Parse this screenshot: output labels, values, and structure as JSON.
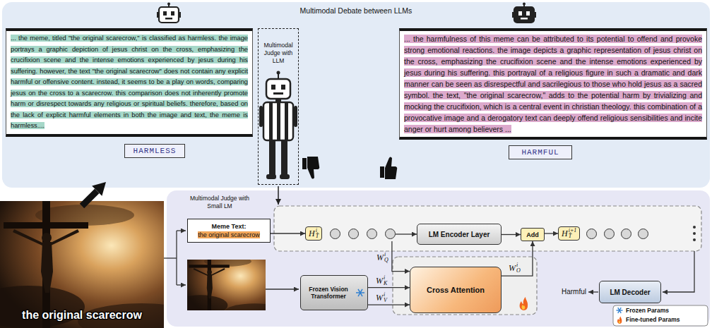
{
  "diagram": {
    "nodes": [
      {
        "text": [
          "Multimodal Debate between LLMs"
        ]
      },
      {
        "text": [
          "... the meme, titled \"the original scarecrow,\" is classified as harmless. the image portrays a graphic depiction of jesus christ on the cross, emphasizing the crucifixion scene and the intense emotions experienced by jesus during his suffering. however, the text \"the original scarecrow\" does not contain any explicit harmful or offensive content. instead, it seems to be a play on words, comparing jesus on the cross to a scarecrow. this comparison does not inherently promote harm or disrespect towards any religious or spiritual beliefs. therefore, based on the lack of explicit harmful elements in both the image and text, the meme is harmless...."
        ],
        "in": 0
      },
      {
        "text": [
          "HARMLESS"
        ],
        "in": 0
      },
      {
        "text": [
          "Multimodal Judge with LLM"
        ],
        "in": 0
      },
      {
        "text": [
          "... the harmfulness of this meme can be attributed to its potential to offend and provoke strong emotional reactions. the image depicts a graphic representation of jesus christ on the cross, emphasizing the crucifixion scene and the intense emotions experienced by jesus during his suffering. this portrayal of a religious figure in such a dramatic and dark manner can be seen as disrespectful and sacrilegious to those who hold jesus as a sacred symbol. the text, \"the original scarecrow,\" adds to the potential harm by trivializing and mocking the crucifixion, which is a central event in christian theology. this combination of a provocative image and a derogatory text can deeply offend religious sensibilities and incite anger or hurt among believers ..."
        ],
        "in": 0
      },
      {
        "text": [
          "HARMFUL"
        ],
        "in": 0
      },
      {
        "text": [
          "Multimodal Judge with Small LM"
        ]
      },
      {
        "text": [
          "Meme Text:",
          "the original scarecrow"
        ],
        "in": 6
      },
      {
        "text": [
          "H",
          "i",
          "T̂"
        ],
        "in": 6
      },
      {
        "text": [
          "LM Encoder Layer"
        ],
        "in": 6
      },
      {
        "text": [
          "Add"
        ],
        "in": 6
      },
      {
        "text": [
          "H",
          "i+1",
          "T̂"
        ],
        "in": 6
      },
      {
        "text": [
          "Frozen Vision Transformer"
        ],
        "in": 6
      },
      {
        "text": [
          "Cross Attention"
        ],
        "in": 6
      },
      {
        "text": [
          "LM Decoder"
        ],
        "in": 6
      }
    ],
    "edges": [
      {
        "from": 7,
        "to": 8,
        "arrow": "to"
      },
      {
        "from": 8,
        "to": 9,
        "arrow": "to"
      },
      {
        "from": 9,
        "to": 10,
        "arrow": "to"
      },
      {
        "from": 10,
        "to": 11,
        "arrow": "to"
      },
      {
        "from": 8,
        "to": 13,
        "arrow": "to"
      },
      {
        "from": 12,
        "to": 13,
        "arrow": "to"
      },
      {
        "from": 12,
        "to": 13,
        "arrow": "to"
      },
      {
        "from": 13,
        "to": 10,
        "arrow": "to"
      }
    ],
    "labels": [
      "the original scarecrow",
      "W",
      "i",
      "Q",
      "W",
      "i",
      "K",
      "W",
      "i",
      "V",
      "W",
      "i",
      "O",
      "Harmful"
    ],
    "legend": [
      {
        "text": "Frozen Params"
      },
      {
        "text": "Fine-tuned Params"
      }
    ]
  }
}
